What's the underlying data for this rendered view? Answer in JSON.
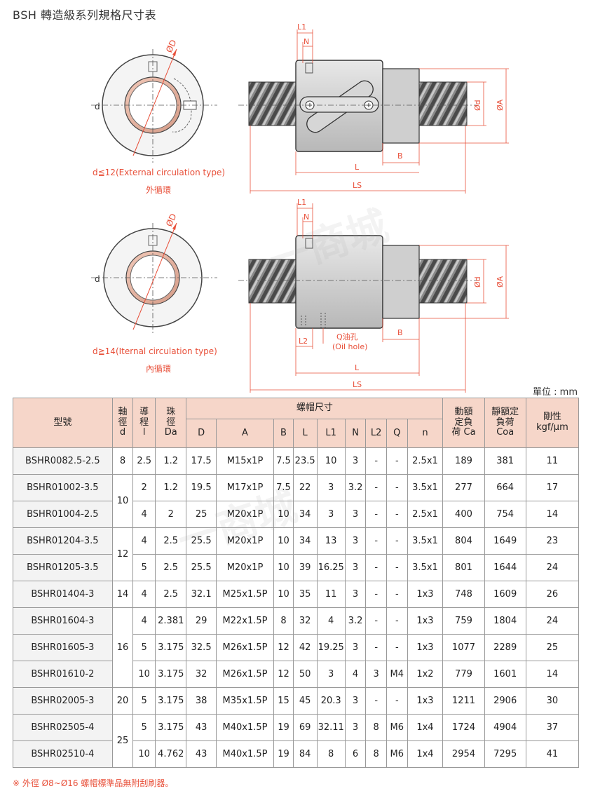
{
  "title": "BSH 轉造級系列規格尺寸表",
  "diagram_top": {
    "labels": {
      "od": "ØD",
      "l1": "L1",
      "n": "N",
      "od_small": "Ød",
      "oa": "ØA",
      "b": "B",
      "l": "L",
      "ls": "LS",
      "d": "d"
    },
    "note": "d≦12(External circulation type)",
    "note_zh": "外循環"
  },
  "diagram_bottom": {
    "labels": {
      "od": "ØD",
      "l1": "L1",
      "n": "N",
      "od_small": "Ød",
      "oa": "ØA",
      "b": "B",
      "l": "L",
      "ls": "LS",
      "l2": "L2",
      "d": "d"
    },
    "oil_zh": "Q油孔",
    "oil_en": "(Oil hole)",
    "note": "d≧14(Iternal circulation type)",
    "note_zh": "內循環"
  },
  "unit": "單位 : mm",
  "table": {
    "headers": {
      "model": "型號",
      "shaft": [
        "軸",
        "徑",
        "d"
      ],
      "lead": [
        "導",
        "程",
        "l"
      ],
      "ball": [
        "珠",
        "徑",
        "Da"
      ],
      "nut": "螺帽尺寸",
      "nut_cols": [
        "D",
        "A",
        "B",
        "L",
        "L1",
        "N",
        "L2",
        "Q",
        "n"
      ],
      "ca": [
        "動額",
        "定負",
        "荷 Ca"
      ],
      "coa": [
        "靜額定",
        "負荷",
        "Coa"
      ],
      "rigidity": [
        "剛性",
        "kgf/μm"
      ]
    },
    "rows": [
      {
        "model": "BSHR0082.5-2.5",
        "d": "8",
        "l": "2.5",
        "da": "1.2",
        "D": "17.5",
        "A": "M15x1P",
        "B": "7.5",
        "L": "23.5",
        "L1": "10",
        "N": "3",
        "L2": "-",
        "Q": "-",
        "n": "2.5x1",
        "ca": "189",
        "coa": "381",
        "rig": "11"
      },
      {
        "model": "BSHR01002-3.5",
        "d": "10",
        "l": "2",
        "da": "1.2",
        "D": "19.5",
        "A": "M17x1P",
        "B": "7.5",
        "L": "22",
        "L1": "3",
        "N": "3.2",
        "L2": "-",
        "Q": "-",
        "n": "3.5x1",
        "ca": "277",
        "coa": "664",
        "rig": "17"
      },
      {
        "model": "BSHR01004-2.5",
        "d": "",
        "l": "4",
        "da": "2",
        "D": "25",
        "A": "M20x1P",
        "B": "10",
        "L": "34",
        "L1": "3",
        "N": "3",
        "L2": "-",
        "Q": "-",
        "n": "2.5x1",
        "ca": "400",
        "coa": "754",
        "rig": "14"
      },
      {
        "model": "BSHR01204-3.5",
        "d": "12",
        "l": "4",
        "da": "2.5",
        "D": "25.5",
        "A": "M20x1P",
        "B": "10",
        "L": "34",
        "L1": "13",
        "N": "3",
        "L2": "-",
        "Q": "-",
        "n": "3.5x1",
        "ca": "804",
        "coa": "1649",
        "rig": "23"
      },
      {
        "model": "BSHR01205-3.5",
        "d": "",
        "l": "5",
        "da": "2.5",
        "D": "25.5",
        "A": "M20x1P",
        "B": "10",
        "L": "39",
        "L1": "16.25",
        "N": "3",
        "L2": "-",
        "Q": "-",
        "n": "3.5x1",
        "ca": "801",
        "coa": "1644",
        "rig": "24"
      },
      {
        "model": "BSHR01404-3",
        "d": "14",
        "l": "4",
        "da": "2.5",
        "D": "32.1",
        "A": "M25x1.5P",
        "B": "10",
        "L": "35",
        "L1": "11",
        "N": "3",
        "L2": "-",
        "Q": "-",
        "n": "1x3",
        "ca": "748",
        "coa": "1609",
        "rig": "26"
      },
      {
        "model": "BSHR01604-3",
        "d": "16",
        "l": "4",
        "da": "2.381",
        "D": "29",
        "A": "M22x1.5P",
        "B": "8",
        "L": "32",
        "L1": "4",
        "N": "3.2",
        "L2": "-",
        "Q": "-",
        "n": "1x3",
        "ca": "759",
        "coa": "1804",
        "rig": "24"
      },
      {
        "model": "BSHR01605-3",
        "d": "",
        "l": "5",
        "da": "3.175",
        "D": "32.5",
        "A": "M26x1.5P",
        "B": "12",
        "L": "42",
        "L1": "19.25",
        "N": "3",
        "L2": "-",
        "Q": "-",
        "n": "1x3",
        "ca": "1077",
        "coa": "2289",
        "rig": "25"
      },
      {
        "model": "BSHR01610-2",
        "d": "",
        "l": "10",
        "da": "3.175",
        "D": "32",
        "A": "M26x1.5P",
        "B": "12",
        "L": "50",
        "L1": "3",
        "N": "4",
        "L2": "3",
        "Q": "M4",
        "n": "1x2",
        "ca": "779",
        "coa": "1601",
        "rig": "14"
      },
      {
        "model": "BSHR02005-3",
        "d": "20",
        "l": "5",
        "da": "3.175",
        "D": "38",
        "A": "M35x1.5P",
        "B": "15",
        "L": "45",
        "L1": "20.3",
        "N": "3",
        "L2": "-",
        "Q": "-",
        "n": "1x3",
        "ca": "1211",
        "coa": "2906",
        "rig": "30"
      },
      {
        "model": "BSHR02505-4",
        "d": "25",
        "l": "5",
        "da": "3.175",
        "D": "43",
        "A": "M40x1.5P",
        "B": "19",
        "L": "69",
        "L1": "32.11",
        "N": "3",
        "L2": "8",
        "Q": "M6",
        "n": "1x4",
        "ca": "1724",
        "coa": "4904",
        "rig": "37"
      },
      {
        "model": "BSHR02510-4",
        "d": "",
        "l": "10",
        "da": "4.762",
        "D": "43",
        "A": "M40x1.5P",
        "B": "19",
        "L": "84",
        "L1": "8",
        "N": "6",
        "L2": "8",
        "Q": "M6",
        "n": "1x4",
        "ca": "2954",
        "coa": "7295",
        "rig": "41"
      }
    ]
  },
  "footnote": "※ 外徑 Ø8~Ø16 螺帽標準品無附刮刷器。",
  "watermark": "一商城"
}
